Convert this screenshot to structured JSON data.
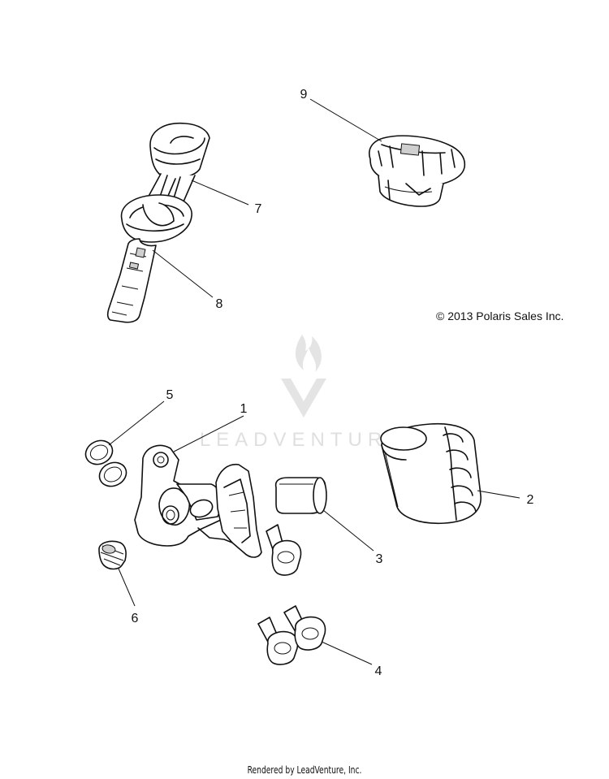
{
  "diagram": {
    "copyright": "© 2013 Polaris Sales Inc.",
    "rendered_by": "Rendered by LeadVenture, Inc.",
    "watermark": "LEADVENTURE",
    "callouts": [
      {
        "number": "1"
      },
      {
        "number": "2"
      },
      {
        "number": "3"
      },
      {
        "number": "4"
      },
      {
        "number": "5"
      },
      {
        "number": "6"
      },
      {
        "number": "7"
      },
      {
        "number": "8"
      },
      {
        "number": "9"
      }
    ]
  }
}
